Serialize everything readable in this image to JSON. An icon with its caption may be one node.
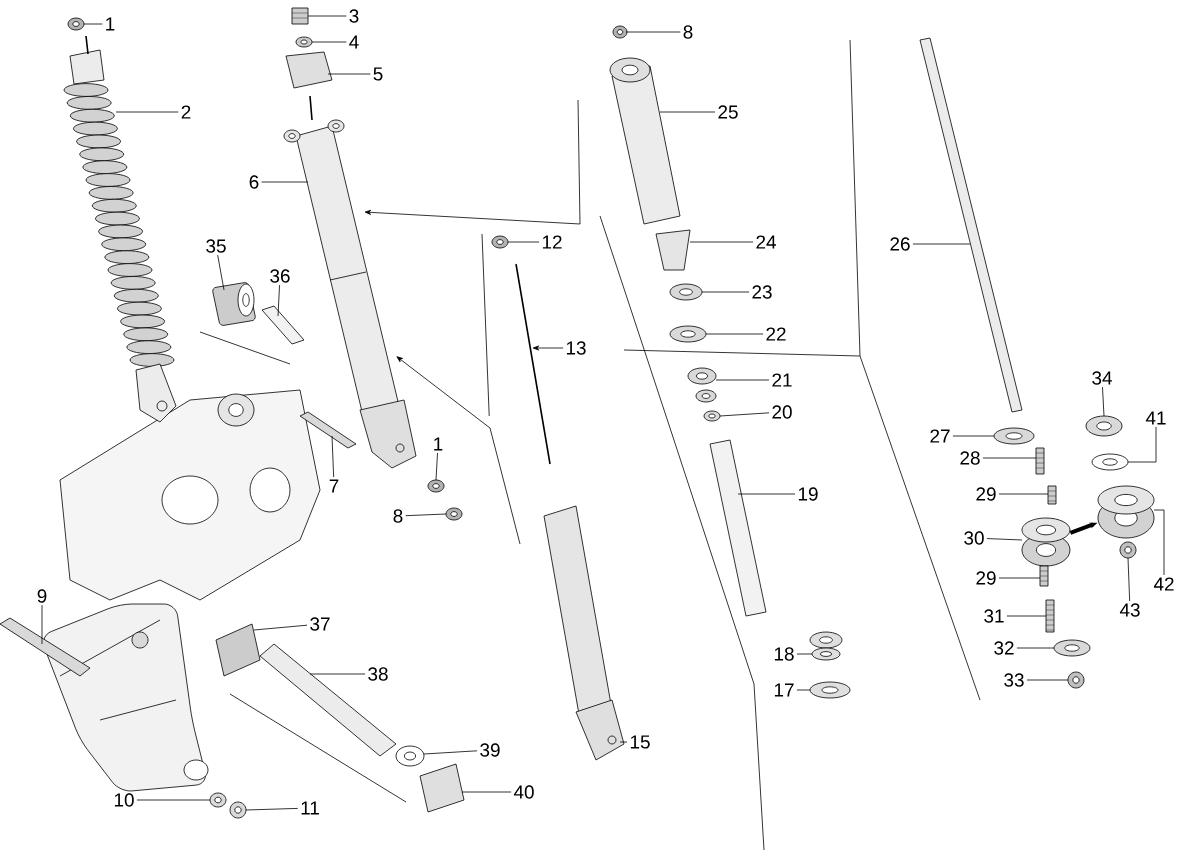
{
  "diagram": {
    "nodes": [
      {
        "text": [
          "1"
        ]
      },
      {
        "text": [
          "2"
        ]
      },
      {
        "text": [
          "3"
        ]
      },
      {
        "text": [
          "4"
        ]
      },
      {
        "text": [
          "5"
        ]
      },
      {
        "text": [
          "6"
        ]
      },
      {
        "text": [
          "8"
        ]
      },
      {
        "text": [
          "25"
        ]
      },
      {
        "text": [
          "26"
        ]
      },
      {
        "text": [
          "12"
        ]
      },
      {
        "text": [
          "35"
        ]
      },
      {
        "text": [
          "36"
        ]
      },
      {
        "text": [
          "24"
        ]
      },
      {
        "text": [
          "23"
        ]
      },
      {
        "text": [
          "22"
        ]
      },
      {
        "text": [
          "13"
        ]
      },
      {
        "text": [
          "34"
        ]
      },
      {
        "text": [
          "21"
        ]
      },
      {
        "text": [
          "20"
        ]
      },
      {
        "text": [
          "41"
        ]
      },
      {
        "text": [
          "27"
        ]
      },
      {
        "text": [
          "28"
        ]
      },
      {
        "text": [
          "1"
        ]
      },
      {
        "text": [
          "7"
        ]
      },
      {
        "text": [
          "29"
        ]
      },
      {
        "text": [
          "19"
        ]
      },
      {
        "text": [
          "8"
        ]
      },
      {
        "text": [
          "30"
        ]
      },
      {
        "text": [
          "42"
        ]
      },
      {
        "text": [
          "29"
        ]
      },
      {
        "text": [
          "9"
        ]
      },
      {
        "text": [
          "43"
        ]
      },
      {
        "text": [
          "31"
        ]
      },
      {
        "text": [
          "37"
        ]
      },
      {
        "text": [
          "32"
        ]
      },
      {
        "text": [
          "18"
        ]
      },
      {
        "text": [
          "38"
        ]
      },
      {
        "text": [
          "33"
        ]
      },
      {
        "text": [
          "17"
        ]
      },
      {
        "text": [
          "15"
        ]
      },
      {
        "text": [
          "39"
        ]
      },
      {
        "text": [
          "40"
        ]
      },
      {
        "text": [
          "10"
        ]
      },
      {
        "text": [
          "11"
        ]
      },
      {
        "text": [],
        "shape": "picture"
      },
      {
        "text": [],
        "shape": "picture"
      },
      {
        "text": [],
        "shape": "picture"
      },
      {
        "text": [],
        "shape": "picture"
      },
      {
        "text": [],
        "shape": "picture"
      },
      {
        "text": [],
        "shape": "picture"
      },
      {
        "text": [],
        "shape": "picture"
      },
      {
        "text": [],
        "shape": "picture"
      },
      {
        "text": [],
        "shape": "picture"
      },
      {
        "text": [],
        "shape": "picture"
      },
      {
        "text": [],
        "shape": "picture"
      },
      {
        "text": [],
        "shape": "picture"
      },
      {
        "text": [],
        "shape": "picture"
      },
      {
        "text": [],
        "shape": "picture"
      },
      {
        "text": [],
        "shape": "picture"
      },
      {
        "text": [],
        "shape": "picture"
      },
      {
        "text": [],
        "shape": "picture"
      },
      {
        "text": [],
        "shape": "picture"
      },
      {
        "text": [],
        "shape": "picture"
      },
      {
        "text": [],
        "shape": "picture"
      },
      {
        "text": [],
        "shape": "picture"
      },
      {
        "text": [],
        "shape": "picture"
      },
      {
        "text": [],
        "shape": "picture"
      },
      {
        "text": [],
        "shape": "picture"
      },
      {
        "text": [],
        "shape": "picture"
      },
      {
        "text": [],
        "shape": "picture"
      },
      {
        "text": [],
        "shape": "picture"
      },
      {
        "text": [],
        "shape": "picture"
      },
      {
        "text": [],
        "shape": "picture"
      },
      {
        "text": [],
        "shape": "picture"
      },
      {
        "text": [],
        "shape": "picture"
      },
      {
        "text": [],
        "shape": "picture"
      },
      {
        "text": [],
        "shape": "picture"
      },
      {
        "text": [],
        "shape": "picture"
      },
      {
        "text": [],
        "shape": "picture"
      },
      {
        "text": [],
        "shape": "picture"
      },
      {
        "text": [],
        "shape": "picture"
      },
      {
        "text": [],
        "shape": "picture"
      },
      {
        "text": [],
        "shape": "picture"
      },
      {
        "text": [],
        "shape": "picture"
      },
      {
        "text": [],
        "shape": "picture"
      },
      {
        "text": [],
        "shape": "picture"
      },
      {
        "text": [],
        "shape": "picture"
      },
      {
        "text": [],
        "shape": "picture"
      }
    ],
    "edges": [
      {
        "from": 0,
        "to": 44,
        "arrow": "none"
      },
      {
        "from": 1,
        "to": 45,
        "arrow": "none"
      },
      {
        "from": 2,
        "to": 46,
        "arrow": "none"
      },
      {
        "from": 3,
        "to": 47,
        "arrow": "none"
      },
      {
        "from": 4,
        "to": 48,
        "arrow": "none"
      },
      {
        "from": 5,
        "to": 49,
        "arrow": "none"
      },
      {
        "from": 6,
        "to": 50,
        "arrow": "none"
      },
      {
        "from": 7,
        "to": 51,
        "arrow": "none"
      },
      {
        "from": 8,
        "to": 52,
        "arrow": "none"
      },
      {
        "from": 9,
        "to": 53,
        "arrow": "none"
      },
      {
        "from": 10,
        "to": 54,
        "arrow": "none"
      },
      {
        "from": 11,
        "to": 55,
        "arrow": "none"
      },
      {
        "from": 12,
        "to": 56,
        "arrow": "none"
      },
      {
        "from": 13,
        "to": 57,
        "arrow": "none"
      },
      {
        "from": 14,
        "to": 58,
        "arrow": "none"
      },
      {
        "from": 15,
        "to": 59,
        "arrow": "to"
      },
      {
        "from": 16,
        "to": 60,
        "arrow": "none"
      },
      {
        "from": 17,
        "to": 61,
        "arrow": "none"
      },
      {
        "from": 18,
        "to": 62,
        "arrow": "none"
      },
      {
        "from": 19,
        "to": 63,
        "arrow": "none"
      },
      {
        "from": 20,
        "to": 64,
        "arrow": "none"
      },
      {
        "from": 21,
        "to": 65,
        "arrow": "none"
      },
      {
        "from": 22,
        "to": 66,
        "arrow": "none"
      },
      {
        "from": 23,
        "to": 67,
        "arrow": "none"
      },
      {
        "from": 24,
        "to": 68,
        "arrow": "none"
      },
      {
        "from": 25,
        "to": 69,
        "arrow": "none"
      },
      {
        "from": 26,
        "to": 70,
        "arrow": "none"
      },
      {
        "from": 27,
        "to": 71,
        "arrow": "none"
      },
      {
        "from": 28,
        "to": 72,
        "arrow": "none"
      },
      {
        "from": 29,
        "to": 73,
        "arrow": "none"
      },
      {
        "from": 30,
        "to": 74,
        "arrow": "none"
      },
      {
        "from": 31,
        "to": 75,
        "arrow": "none"
      },
      {
        "from": 32,
        "to": 76,
        "arrow": "none"
      },
      {
        "from": 33,
        "to": 77,
        "arrow": "none"
      },
      {
        "from": 34,
        "to": 78,
        "arrow": "none"
      },
      {
        "from": 35,
        "to": 79,
        "arrow": "none"
      },
      {
        "from": 36,
        "to": 80,
        "arrow": "none"
      },
      {
        "from": 37,
        "to": 81,
        "arrow": "none"
      },
      {
        "from": 38,
        "to": 82,
        "arrow": "none"
      },
      {
        "from": 39,
        "to": 83,
        "arrow": "none"
      },
      {
        "from": 40,
        "to": 84,
        "arrow": "none"
      },
      {
        "from": 41,
        "to": 85,
        "arrow": "none"
      },
      {
        "from": 42,
        "to": 86,
        "arrow": "none"
      },
      {
        "from": 43,
        "to": 87,
        "arrow": "none"
      },
      {
        "from": null,
        "to": 49,
        "arrow": "to"
      },
      {
        "from": null,
        "to": 49,
        "arrow": "to"
      },
      {
        "from": 71,
        "to": 72,
        "arrow": "to",
        "style": "thick"
      }
    ]
  }
}
